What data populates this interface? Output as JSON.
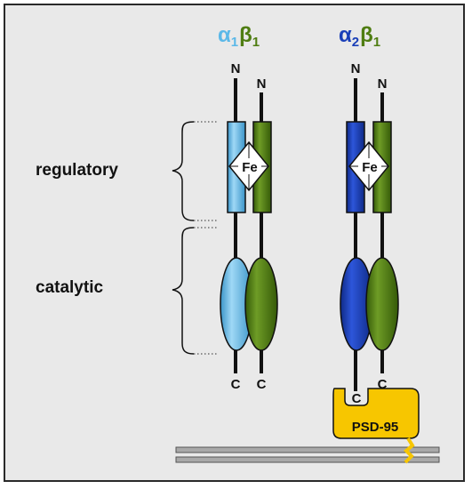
{
  "labels": {
    "regulatory": "regulatory",
    "catalytic": "catalytic",
    "n_terminus": "N",
    "c_terminus": "C",
    "iron": "Fe",
    "psd95": "PSD-95"
  },
  "dimers": [
    {
      "alpha": "α",
      "alpha_sub": "1",
      "beta": "β",
      "beta_sub": "1"
    },
    {
      "alpha": "α",
      "alpha_sub": "2",
      "beta": "β",
      "beta_sub": "1"
    }
  ],
  "colors": {
    "alpha1": "#5bb8e8",
    "alpha2": "#1a3fb8",
    "beta1": "#4f7d12",
    "psd95": "#f7c600",
    "background": "#e9e9e9",
    "membrane": "#a9a9a9"
  }
}
